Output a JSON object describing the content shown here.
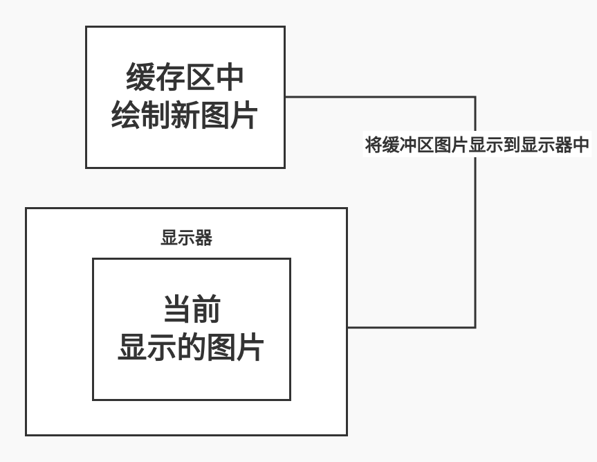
{
  "diagram": {
    "nodes": {
      "buffer": {
        "line1": "缓存区中",
        "line2": "绘制新图片"
      },
      "monitor": {
        "label": "显示器"
      },
      "current_image": {
        "line1": "当前",
        "line2": "显示的图片"
      }
    },
    "connector": {
      "label": "将缓冲区图片显示到显示器中",
      "from": "buffer",
      "to": "current_image",
      "arrow_direction": "left"
    },
    "colors": {
      "stroke": "#333333",
      "text": "#333333",
      "box_fill": "#ffffff",
      "background": "#f9f9f9"
    }
  }
}
